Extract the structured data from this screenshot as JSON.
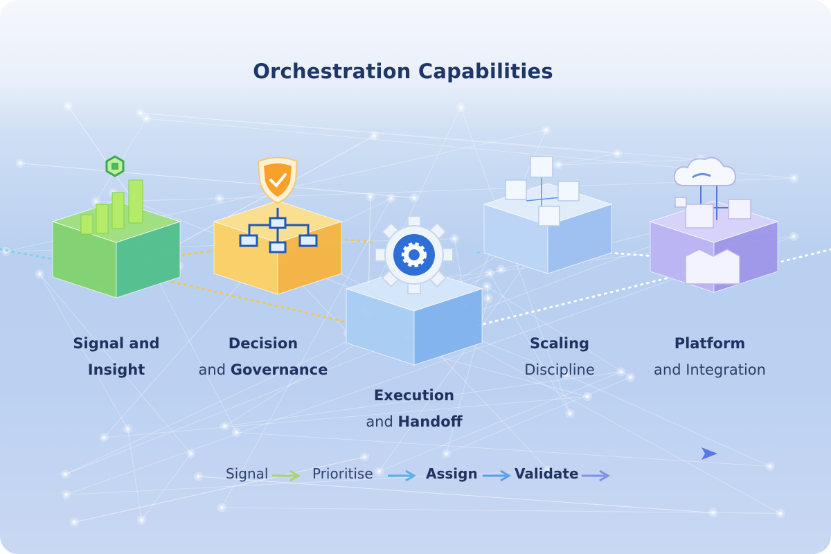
{
  "title": "Orchestration Capabilities",
  "capabilities": [
    {
      "line1": "Signal and",
      "line2": "Insight",
      "icon": "bar-chart-icon",
      "top": "#9ee07a",
      "left": "#7fd36a",
      "right": "#4fbf8a"
    },
    {
      "line1": "Decision",
      "line2a": "and ",
      "line2b": "Governance",
      "icon": "shield-hierarchy-icon",
      "top": "#ffe08a",
      "left": "#ffd060",
      "right": "#f8b43c"
    },
    {
      "line1": "Execution",
      "line2a": "and ",
      "line2b": "Handoff",
      "icon": "gear-icon",
      "top": "#d7e8fb",
      "left": "#a9cdf5",
      "right": "#7fb2ee"
    },
    {
      "line1": "Scaling",
      "line2": "Discipline",
      "icon": "cubes-network-icon",
      "top": "#e4eefc",
      "left": "#bcd6f7",
      "right": "#9dc0f2"
    },
    {
      "line1": "Platform",
      "line2": "and Integration",
      "icon": "cloud-icon",
      "top": "#d9d2fb",
      "left": "#bcb3f4",
      "right": "#9f95ea"
    }
  ],
  "flow": {
    "steps": [
      "Signal",
      "Prioritise",
      "Assign",
      "Validate"
    ],
    "arrow_colors": [
      "#a8d46a",
      "#5aaee8",
      "#5a9fe6",
      "#7f8fea"
    ]
  }
}
